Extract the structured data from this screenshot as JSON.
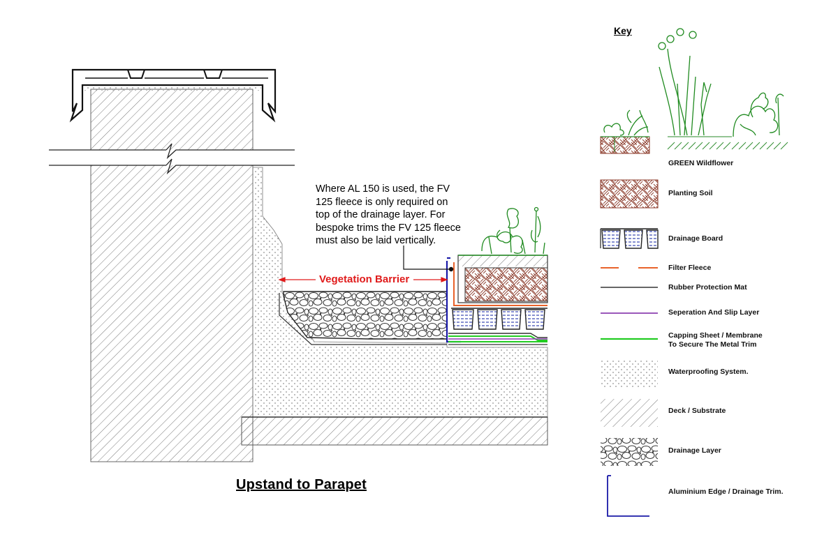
{
  "diagram": {
    "title": "Upstand to Parapet",
    "note_lines": [
      "Where AL 150 is used, the FV",
      "125 fleece is only required on",
      "top of the drainage layer. For",
      "bespoke trims the FV 125 fleece",
      "must also be laid vertically."
    ],
    "vegetation_barrier_label": "Vegetation Barrier"
  },
  "key": {
    "title": "Key",
    "items": [
      {
        "label": "GREEN Wildflower"
      },
      {
        "label": "Planting Soil"
      },
      {
        "label": "Drainage Board"
      },
      {
        "label": "Filter Fleece"
      },
      {
        "label": "Rubber Protection Mat"
      },
      {
        "label": "Seperation And Slip Layer"
      },
      {
        "label": "Capping Sheet / Membrane",
        "label_line2": "To Secure The Metal Trim"
      },
      {
        "label": "Waterproofing System."
      },
      {
        "label": "Deck / Substrate"
      },
      {
        "label": "Drainage Layer"
      },
      {
        "label": "Aluminium Edge / Drainage Trim."
      }
    ]
  },
  "colors": {
    "vegetation_barrier": "#e01b1b",
    "filter_fleece": "#e8622a",
    "separation_layer": "#8b3fb0",
    "capping_sheet": "#22cc22",
    "aluminium_trim": "#1a1aa8",
    "planting_soil": "#8b3a2a",
    "plants": "#1f8a1f",
    "drainage_board_fill": "#2233aa"
  }
}
